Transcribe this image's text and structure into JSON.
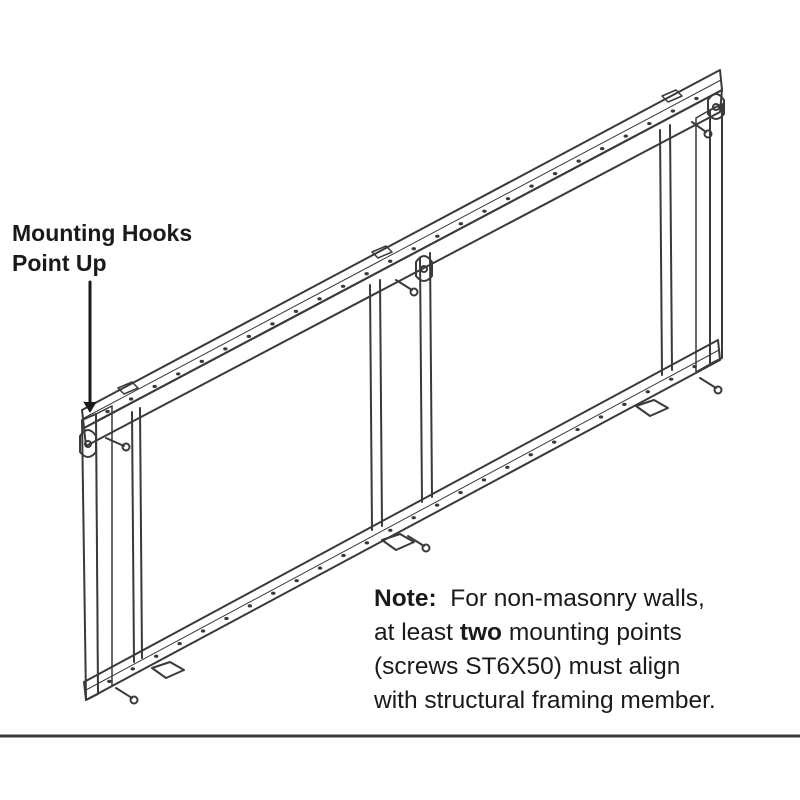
{
  "callout": {
    "line1": "Mounting Hooks",
    "line2": "Point Up"
  },
  "note": {
    "label": "Note:",
    "line1": "For non-masonry walls,",
    "line2_pre": "at least",
    "line2_bold": "two",
    "line2_post": "mounting points",
    "line3": "(screws ST6X50) must align",
    "line4": "with structural framing member."
  },
  "colors": {
    "line": "#3a3a3a",
    "text": "#1a1a1a",
    "background": "#ffffff"
  }
}
